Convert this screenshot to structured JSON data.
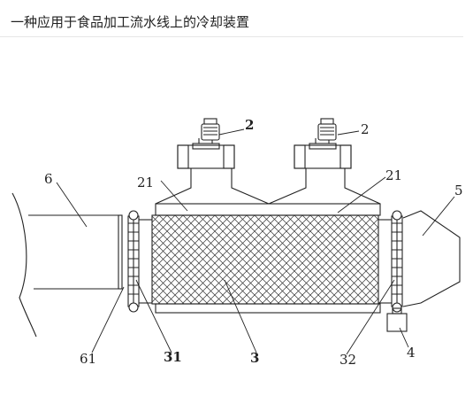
{
  "page": {
    "title": "一种应用于食品加工流水线上的冷却装置"
  },
  "diagram": {
    "labels": {
      "fan_right": "2",
      "fan_left": "2",
      "hood_left": "21",
      "hood_right": "21",
      "inlet_duct": "6",
      "outlet_cone": "5",
      "inlet_flange": "61",
      "roller_left": "31",
      "belt": "3",
      "roller_right": "32",
      "motor_box": "4"
    },
    "colors": {
      "line": "#222222",
      "paper": "#ffffff"
    }
  }
}
